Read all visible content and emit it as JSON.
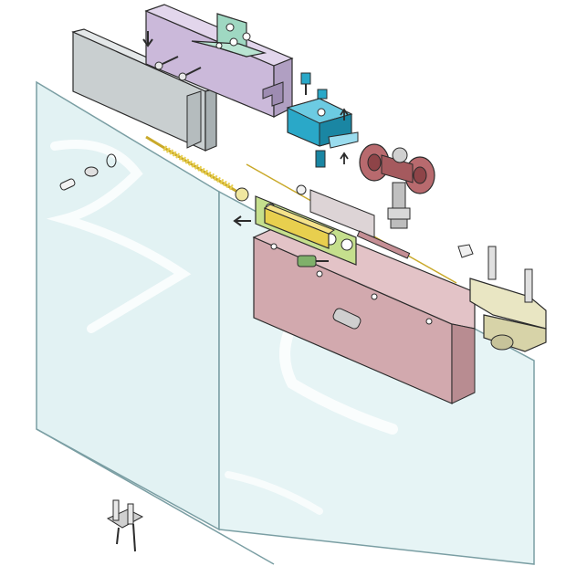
{
  "diagram": {
    "type": "exploded-assembly-illustration",
    "labels": [],
    "colors": {
      "background": "#ffffff",
      "glass": "#dff1f2",
      "glass_edge": "#7a9ea3",
      "track": "#cbb9da",
      "track_mount": "#9fd8c2",
      "end_cap": "#c9cfd0",
      "clamp": "#2aa8c8",
      "trolley": "#b86a6e",
      "carrier_plate": "#d2a9ae",
      "damper_body": "#e8cf4e",
      "damper_bracket": "#c5df8d",
      "end_stop": "#e9e6c3",
      "outline": "#2b2b2b"
    },
    "parts": [
      "upper-track-rail",
      "wall-mount-bracket",
      "track-end-cap",
      "door-clamp",
      "roller-trolley",
      "carrier-plate",
      "soft-close-damper",
      "damper-rod",
      "track-end-stop",
      "floor-guide",
      "glass-door-panel",
      "glass-fixed-panel"
    ]
  }
}
